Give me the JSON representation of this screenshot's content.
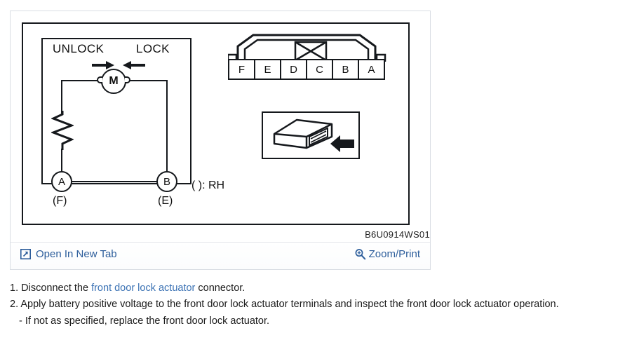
{
  "viewer": {
    "figure": {
      "circuit": {
        "unlock_label": "UNLOCK",
        "lock_label": "LOCK",
        "motor_label": "M",
        "terminal_a": "A",
        "terminal_b": "B",
        "terminal_a_alt": "(F)",
        "terminal_b_alt": "(E)",
        "legend": "( ): RH"
      },
      "connector": {
        "cells": [
          "F",
          "E",
          "D",
          "C",
          "B",
          "A"
        ]
      },
      "figure_code": "B6U0914WS01"
    },
    "toolbar": {
      "open_new_tab_label": "Open In New Tab",
      "open_new_tab_icon": "external-link-icon",
      "zoom_print_label": "Zoom/Print",
      "zoom_print_icon": "magnifier-plus-icon",
      "link_color": "#2c5d9b"
    }
  },
  "steps": [
    {
      "number": "1.",
      "pre": "Disconnect the ",
      "link": "front door lock actuator",
      "post": " connector."
    },
    {
      "number": "2.",
      "pre": "Apply battery positive voltage to the front door lock actuator terminals and inspect the front door lock actuator operation.",
      "link": "",
      "post": ""
    }
  ],
  "substep": "-  If not as specified, replace the front door lock actuator."
}
